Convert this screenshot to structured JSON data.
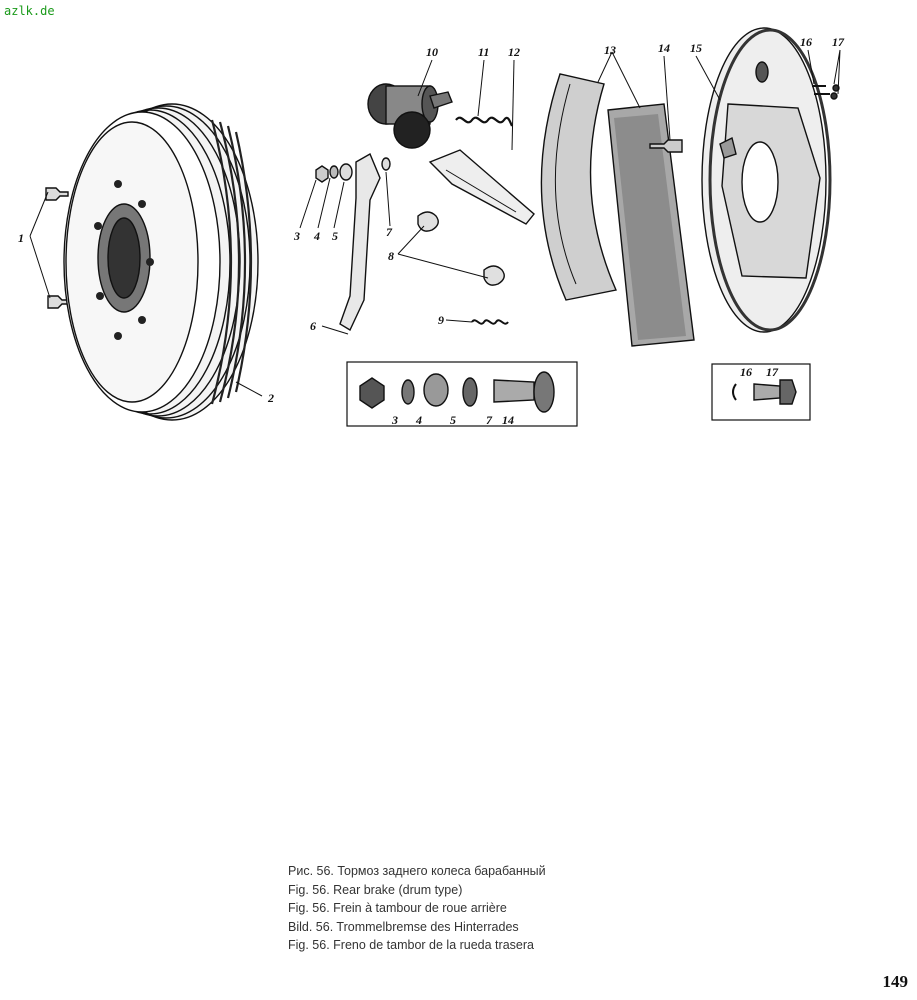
{
  "watermark": "azlk.de",
  "part_labels": {
    "p1": "1",
    "p2": "2",
    "p3": "3",
    "p4": "4",
    "p5": "5",
    "p6": "6",
    "p7": "7",
    "p8": "8",
    "p9": "9",
    "p10": "10",
    "p11": "11",
    "p12": "12",
    "p13": "13",
    "p14": "14",
    "p15": "15",
    "p16": "16",
    "p17": "17"
  },
  "inset_left_labels": [
    "3",
    "4",
    "5",
    "7",
    "14"
  ],
  "inset_right_labels": [
    "16",
    "17"
  ],
  "caption": [
    "Рис. 56. Тормоз заднего колеса барабанный",
    "Fig. 56. Rear brake (drum type)",
    "Fig. 56. Frein à tambour de roue arrière",
    "Bild. 56. Trommelbremse des Hinterrades",
    "Fig. 56. Freno de tambor de la rueda trasera"
  ],
  "page_number": "149"
}
